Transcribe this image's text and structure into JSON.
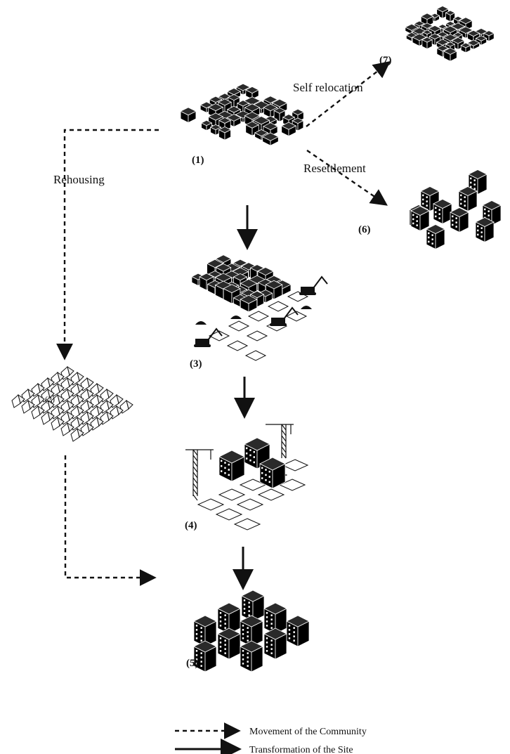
{
  "diagram": {
    "labels": {
      "self_relocation": "Self relocation",
      "resettlement": "Resettlement",
      "rehousing": "Rehousing",
      "stage_1": "(1)",
      "stage_3": "(3)",
      "stage_4": "(4)",
      "stage_5": "(5)",
      "stage_6": "(6)",
      "stage_7": "(7)",
      "stage_2": "(2)"
    },
    "legend": {
      "dashed": "Movement of the Community",
      "solid": "Transformation of the Site"
    },
    "colors": {
      "ink": "#111111",
      "background": "#ffffff"
    }
  }
}
